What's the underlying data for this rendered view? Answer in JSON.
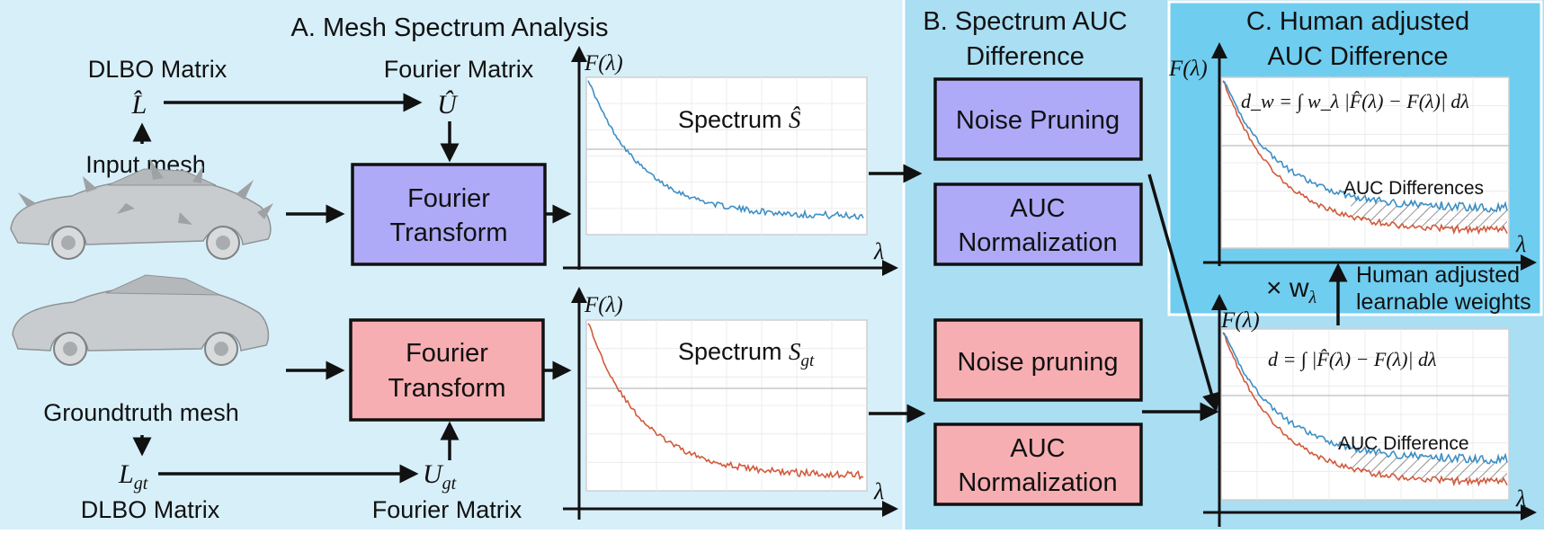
{
  "panels": {
    "a_title": "A. Mesh Spectrum Analysis",
    "b_title_line1": "B. Spectrum AUC",
    "b_title_line2": "Difference",
    "c_title_line1": "C. Human adjusted",
    "c_title_line2": "AUC Difference"
  },
  "left": {
    "dlbo_top": "DLBO Matrix",
    "fourier_top": "Fourier Matrix",
    "l_hat": "L̂",
    "u_hat": "Û",
    "input_mesh": "Input mesh",
    "groundtruth_mesh": "Groundtruth mesh",
    "l_gt_main": "L",
    "l_gt_sub": "gt",
    "u_gt_main": "U",
    "u_gt_sub": "gt",
    "dlbo_bottom": "DLBO Matrix",
    "fourier_bottom": "Fourier Matrix",
    "ft_top_line1": "Fourier",
    "ft_top_line2": "Transform",
    "ft_bottom_line1": "Fourier",
    "ft_bottom_line2": "Transform"
  },
  "spectra": {
    "axis_y": "F(λ)",
    "axis_x": "λ",
    "top_label_text": "Spectrum ",
    "top_label_math": "Ŝ",
    "bottom_label_text": "Spectrum ",
    "bottom_label_math": "S",
    "bottom_label_sub": "gt"
  },
  "middle_boxes": {
    "noise_top": "Noise Pruning",
    "auc_top_line1": "AUC",
    "auc_top_line2": "Normalization",
    "noise_bottom": "Noise pruning",
    "auc_bottom_line1": "AUC",
    "auc_bottom_line2": "Normalization"
  },
  "right": {
    "formula_top": "d_w = ∫ w_λ |F̂(λ) − F(λ)| dλ",
    "auc_diffs": "AUC Differences",
    "times_w": "× w",
    "times_w_sub": "λ",
    "human_line1": "Human adjusted",
    "human_line2": "learnable weights",
    "formula_bottom": "d = ∫ |F̂(λ) − F(λ)| dλ",
    "auc_diff": "AUC Difference"
  },
  "colors": {
    "panel_a_bg": "#d7eff9",
    "panel_b_bg": "#a9def3",
    "panel_c_bg": "#6fcdef",
    "box_purple": "#aeaaf7",
    "box_pink": "#f7aeb2",
    "series_blue": "#3d8fc4",
    "series_red": "#d25a3c"
  },
  "chart_data": [
    {
      "type": "line",
      "series": [
        {
          "name": "",
          "color": "#3d8fc4",
          "shape": "decaying noisy spectrum"
        }
      ],
      "xlabel": "λ",
      "ylabel": "F(λ)"
    },
    {
      "type": "line",
      "series": [
        {
          "name": "",
          "color": "#d25a3c",
          "shape": "decaying noisy spectrum"
        }
      ],
      "xlabel": "λ",
      "ylabel": "F(λ)"
    },
    {
      "type": "area",
      "series": [
        {
          "name": "",
          "color": "#3d8fc4"
        },
        {
          "name": "",
          "color": "#d25a3c"
        }
      ],
      "xlabel": "λ",
      "ylabel": "F(λ)"
    },
    {
      "type": "area",
      "series": [
        {
          "name": "",
          "color": "#3d8fc4"
        },
        {
          "name": "",
          "color": "#d25a3c"
        }
      ],
      "xlabel": "λ",
      "ylabel": "F(λ)"
    }
  ]
}
